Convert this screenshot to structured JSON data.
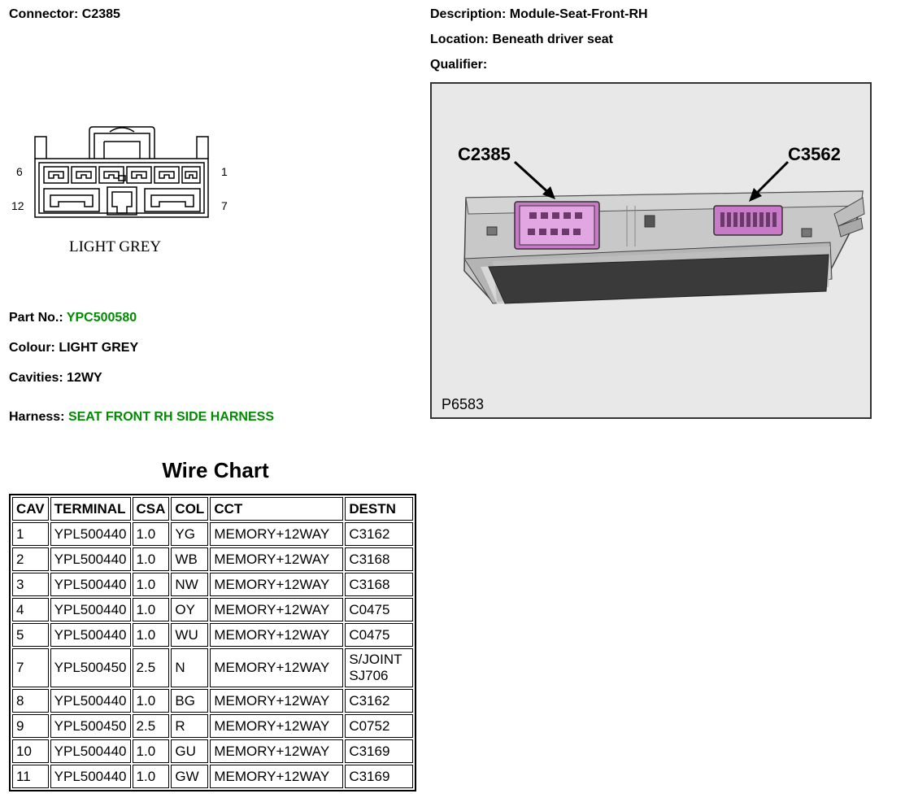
{
  "header": {
    "connector_label": "Connector:",
    "connector_value": "C2385",
    "description_label": "Description:",
    "description_value": "Module-Seat-Front-RH",
    "location_label": "Location:",
    "location_value": "Beneath driver seat",
    "qualifier_label": "Qualifier:",
    "qualifier_value": ""
  },
  "connector_diagram": {
    "pin_top_left": "6",
    "pin_top_right": "1",
    "pin_bottom_left": "12",
    "pin_bottom_right": "7",
    "colour_caption": "LIGHT GREY"
  },
  "details": {
    "part_no_label": "Part No.:",
    "part_no_value": "YPC500580",
    "colour_label": "Colour:",
    "colour_value": "LIGHT GREY",
    "cavities_label": "Cavities:",
    "cavities_value": "12WY",
    "harness_label": "Harness:",
    "harness_value": "SEAT FRONT RH SIDE HARNESS",
    "link_color": "#008c00"
  },
  "photo": {
    "callout_left": "C2385",
    "callout_right": "C3562",
    "figure_id": "P6583",
    "connector_color": "#c879c8"
  },
  "wire_chart": {
    "title": "Wire Chart",
    "columns": [
      "CAV",
      "TERMINAL",
      "CSA",
      "COL",
      "CCT",
      "DESTN"
    ],
    "rows": [
      [
        "1",
        "YPL500440",
        "1.0",
        "YG",
        "MEMORY+12WAY",
        "C3162"
      ],
      [
        "2",
        "YPL500440",
        "1.0",
        "WB",
        "MEMORY+12WAY",
        "C3168"
      ],
      [
        "3",
        "YPL500440",
        "1.0",
        "NW",
        "MEMORY+12WAY",
        "C3168"
      ],
      [
        "4",
        "YPL500440",
        "1.0",
        "OY",
        "MEMORY+12WAY",
        "C0475"
      ],
      [
        "5",
        "YPL500440",
        "1.0",
        "WU",
        "MEMORY+12WAY",
        "C0475"
      ],
      [
        "7",
        "YPL500450",
        "2.5",
        "N",
        "MEMORY+12WAY",
        "S/JOINT SJ706"
      ],
      [
        "8",
        "YPL500440",
        "1.0",
        "BG",
        "MEMORY+12WAY",
        "C3162"
      ],
      [
        "9",
        "YPL500450",
        "2.5",
        "R",
        "MEMORY+12WAY",
        "C0752"
      ],
      [
        "10",
        "YPL500440",
        "1.0",
        "GU",
        "MEMORY+12WAY",
        "C3169"
      ],
      [
        "11",
        "YPL500440",
        "1.0",
        "GW",
        "MEMORY+12WAY",
        "C3169"
      ]
    ]
  }
}
